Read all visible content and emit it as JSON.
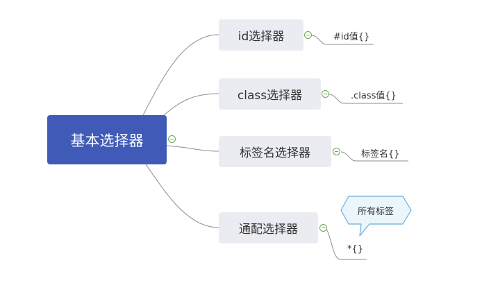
{
  "root": {
    "label": "基本选择器"
  },
  "branches": [
    {
      "label": "id选择器",
      "leaf": "#id值{}"
    },
    {
      "label": "class选择器",
      "leaf": ".class值{}"
    },
    {
      "label": "标签名选择器",
      "leaf": "标签名{}"
    },
    {
      "label": "通配选择器",
      "leaf": "*{}",
      "callout": "所有标签"
    }
  ],
  "colors": {
    "root_fill": "#3f5bb7",
    "node_fill": "#ebecf1",
    "line": "#8c8c8c",
    "collapse_toggle": "#6aa84f",
    "callout_fill": "#eaf5fc",
    "callout_border": "#6baed6"
  },
  "icons": {
    "collapse": "minus-circle-icon"
  }
}
